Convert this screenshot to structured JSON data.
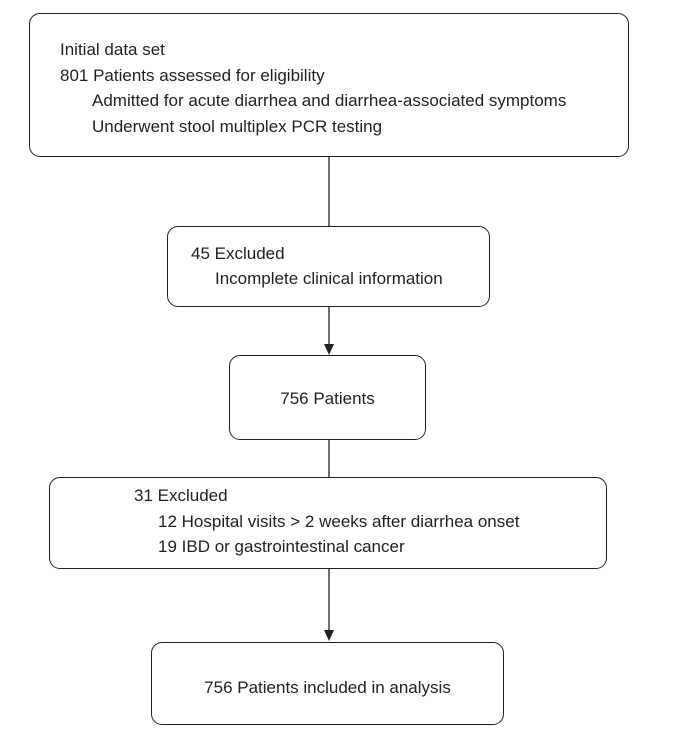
{
  "flowchart": {
    "initial": {
      "heading": "Initial data set",
      "count_line": "801 Patients assessed for eligibility",
      "criteria": [
        "Admitted for acute diarrhea and diarrhea-associated symptoms",
        "Underwent stool multiplex PCR testing"
      ]
    },
    "exclusion_1": {
      "heading": "45 Excluded",
      "reasons": [
        "Incomplete clinical information"
      ]
    },
    "intermediate": {
      "label": "756 Patients"
    },
    "exclusion_2": {
      "heading": "31 Excluded",
      "reasons": [
        "12 Hospital visits > 2 weeks after diarrhea onset",
        "19 IBD or gastrointestinal cancer"
      ]
    },
    "final": {
      "label": "756 Patients included in analysis"
    }
  },
  "colors": {
    "stroke": "#231f20",
    "text": "#231f20",
    "background": "#ffffff"
  }
}
